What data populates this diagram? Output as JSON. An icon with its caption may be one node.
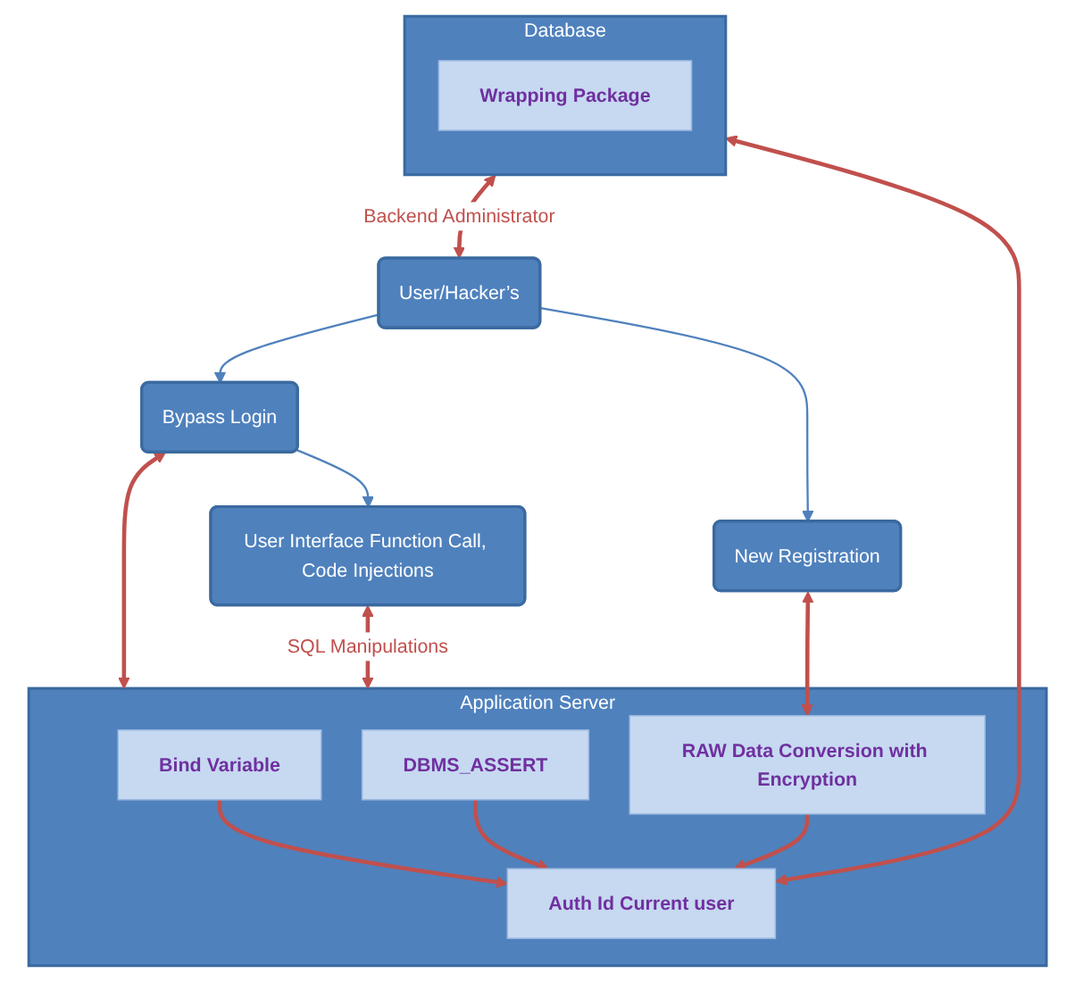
{
  "diagram": {
    "nodes": [
      {
        "text": [
          "User/Hacker’s"
        ]
      },
      {
        "text": [
          "Bypass Login"
        ]
      },
      {
        "text": [
          "User Interface Function Call, Code Injections"
        ]
      },
      {
        "text": [
          "New Registration"
        ]
      },
      {
        "text": [
          "Application Server"
        ]
      },
      {
        "text": [
          "Bind Variable"
        ],
        "in": 4
      },
      {
        "text": [
          "DBMS_ASSERT"
        ],
        "in": 4
      },
      {
        "text": [
          "RAW Data Conversion with Encryption"
        ],
        "in": 4
      },
      {
        "text": [
          "Auth Id Current user"
        ],
        "in": 4
      },
      {
        "text": [
          "Database"
        ]
      },
      {
        "text": [
          "Wrapping Package"
        ],
        "in": 9
      }
    ],
    "edges": [
      {
        "from": 0,
        "to": 1,
        "arrow": "to",
        "color": "#4f81bd"
      },
      {
        "from": 1,
        "to": 2,
        "arrow": "to",
        "color": "#4f81bd"
      },
      {
        "from": 0,
        "to": 3,
        "arrow": "to",
        "color": "#4f81bd"
      },
      {
        "from": 1,
        "to": 4,
        "arrow": "both"
      },
      {
        "from": 2,
        "to": 4,
        "arrow": "both",
        "label": "SQL Manipulations"
      },
      {
        "from": 3,
        "to": 7,
        "arrow": "both"
      },
      {
        "from": 5,
        "to": 8,
        "arrow": "to"
      },
      {
        "from": 6,
        "to": 8,
        "arrow": "to"
      },
      {
        "from": 7,
        "to": 8,
        "arrow": "to"
      },
      {
        "from": 8,
        "to": 9,
        "arrow": "both"
      },
      {
        "from": 9,
        "to": 0,
        "arrow": "both",
        "label": "Backend Administrator"
      }
    ]
  }
}
